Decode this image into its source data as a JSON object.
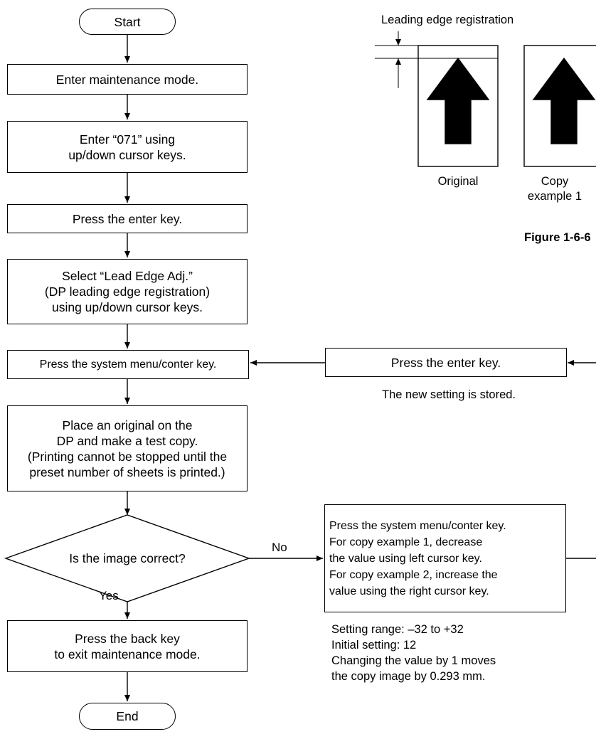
{
  "flow": {
    "start": "Start",
    "enter_maintenance": "Enter maintenance mode.",
    "enter_071": "Enter “071” using\nup/down cursor keys.",
    "press_enter_1": "Press the enter key.",
    "select_lead_edge": "Select “Lead Edge Adj.”\n(DP leading edge registration)\nusing up/down cursor keys.",
    "press_system_menu": "Press the system menu/conter key.",
    "place_original": "Place an original on the\nDP and make a test copy.\n(Printing cannot be stopped until the\npreset number of sheets is printed.)",
    "decision": "Is the image correct?",
    "no_label": "No",
    "yes_label": "Yes",
    "press_back": "Press the back key\nto exit maintenance mode.",
    "end": "End",
    "press_enter_2": "Press the enter key.",
    "new_setting_stored": "The new setting is stored.",
    "adjust_box": "Press the system menu/conter key.\nFor copy example 1, decrease\nthe value using left cursor key.\nFor copy example 2, increase the\nvalue using the right cursor key.",
    "setting_note": "Setting range: –32 to +32\nInitial setting: 12\nChanging the value by 1 moves\nthe copy image by 0.293 mm."
  },
  "figure": {
    "leading_edge_label": "Leading edge registration",
    "original_caption": "Original",
    "copy_caption": "Copy\nexample 1",
    "figure_caption": "Figure 1-6-6"
  },
  "colors": {
    "line": "#000000",
    "arrow_fill": "#000000",
    "background": "#ffffff"
  }
}
